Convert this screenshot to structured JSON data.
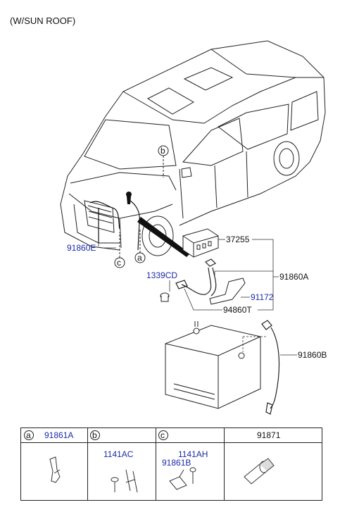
{
  "title": "(W/SUN ROOF)",
  "callouts": {
    "c37255": "37255",
    "c91860A": "91860A",
    "c1339CD": "1339CD",
    "c91172": "91172",
    "c94860T": "94860T",
    "c91860B": "91860B",
    "c91860E": "91860E"
  },
  "letters": {
    "a": "a",
    "b": "b",
    "c": "c"
  },
  "table": {
    "headers": [
      {
        "letter": "a",
        "part": "91861A"
      },
      {
        "letter": "b",
        "part": ""
      },
      {
        "letter": "c",
        "part": ""
      },
      {
        "letter": "",
        "part": "91871"
      }
    ],
    "cell_b_part": "1141AC",
    "cell_c_part1": "1141AH",
    "cell_c_part2": "91861B"
  },
  "colors": {
    "callout_text": "#1a2aa8",
    "lines": "#111111"
  }
}
